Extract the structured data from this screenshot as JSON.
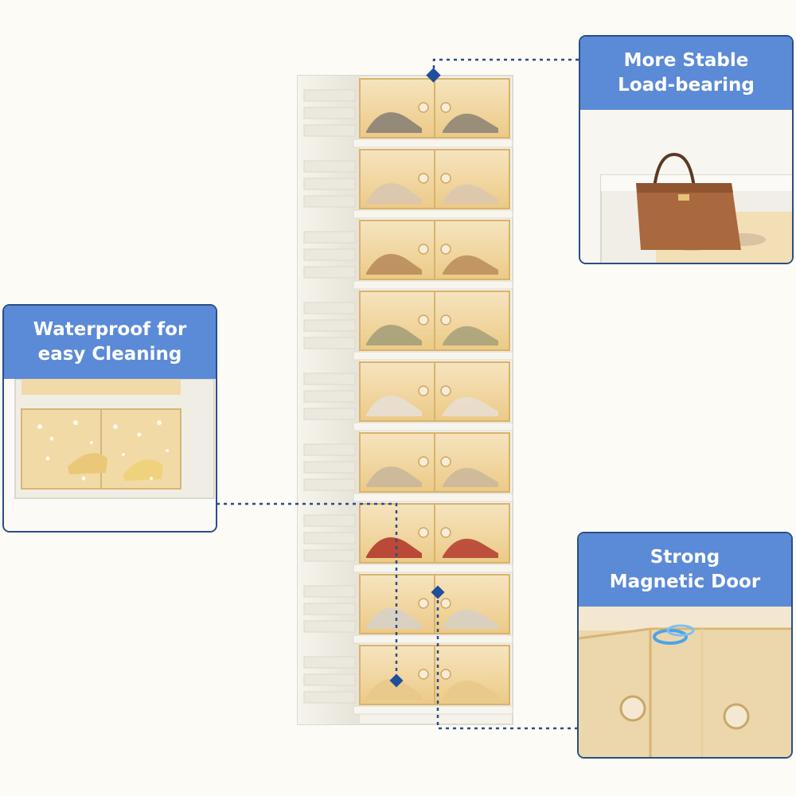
{
  "colors": {
    "background": "#fcfbf6",
    "callout_header": "#5b8ad6",
    "callout_border": "#2a4e86",
    "leader_line": "#2a4e86",
    "cabinet_frame": "#f3f1e8",
    "door_amber": "#f2d7a0"
  },
  "callouts": {
    "load_bearing": {
      "line1": "More Stable",
      "line2": "Load-bearing",
      "icon": "handbag-icon"
    },
    "waterproof": {
      "line1": "Waterproof for",
      "line2": "easy Cleaning",
      "icon": "water-droplet-icon"
    },
    "magnetic": {
      "line1": "Strong",
      "line2": "Magnetic Door",
      "icon": "magnet-icon"
    }
  },
  "cabinet": {
    "tier_count": 9
  }
}
